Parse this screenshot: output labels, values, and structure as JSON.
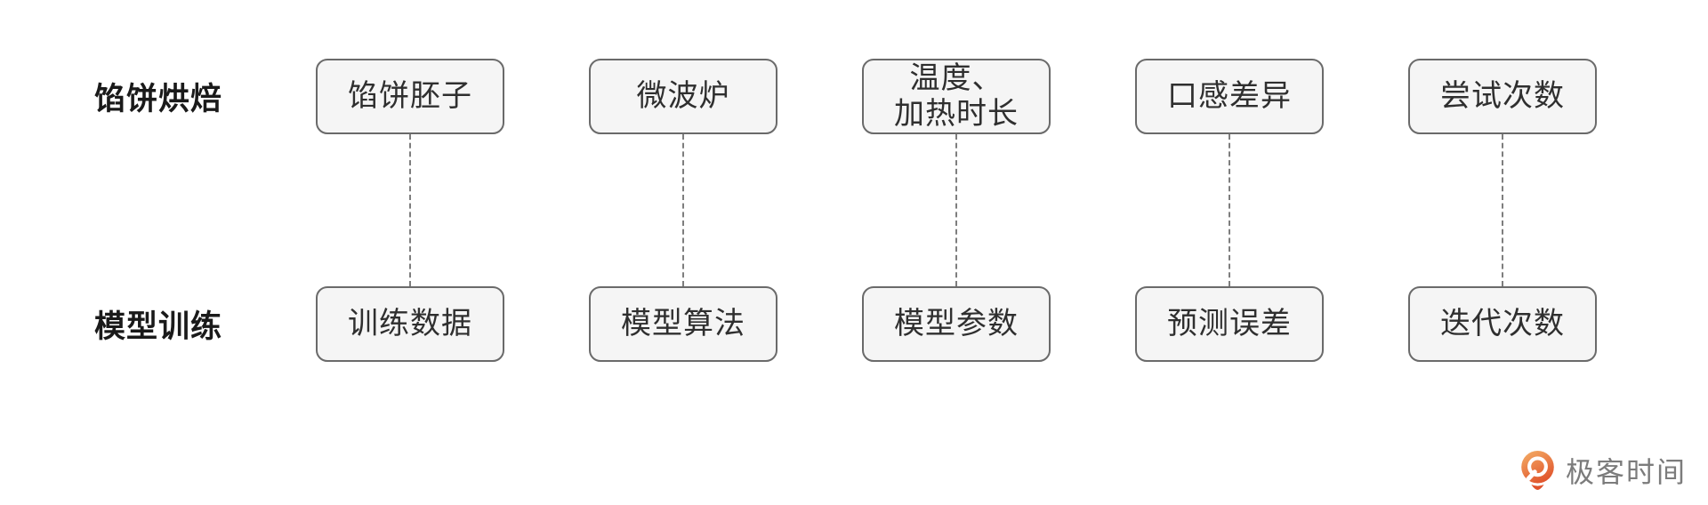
{
  "page": {
    "background": "#ffffff"
  },
  "diagram": {
    "rows": [
      {
        "label": "馅饼烘焙",
        "boxes": [
          "馅饼胚子",
          "微波炉",
          "温度、\n加热时长",
          "口感差异",
          "尝试次数"
        ]
      },
      {
        "label": "模型训练",
        "boxes": [
          "训练数据",
          "模型算法",
          "模型参数",
          "预测误差",
          "迭代次数"
        ]
      }
    ],
    "connectors": {
      "count": 5,
      "style": "dashed-vertical"
    },
    "style": {
      "box_fill": "#f5f5f5",
      "box_border": "#6a6a6a",
      "box_text_color": "#2f2f2f",
      "label_color": "#1a1a1a",
      "connector_color": "#7e7e7e"
    }
  },
  "logo": {
    "icon": "geektime-pin-icon",
    "text": "极客时间",
    "text_color": "#7c7c7c",
    "accent_gradient_top": "#f3a963",
    "accent_gradient_bottom": "#e0512a"
  }
}
